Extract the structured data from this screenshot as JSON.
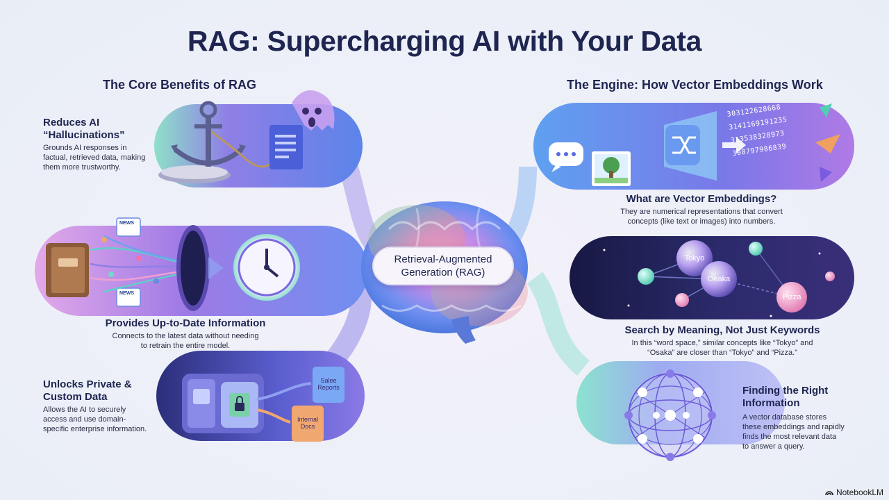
{
  "title": "RAG: Supercharging AI with Your Data",
  "center": {
    "label_line1": "Retrieval-Augmented",
    "label_line2": "Generation (RAG)"
  },
  "left_section": {
    "title": "The Core Benefits of RAG",
    "items": [
      {
        "title_line1": "Reduces AI",
        "title_line2": "“Hallucinations”",
        "desc_lines": [
          "Grounds AI responses in",
          "factual, retrieved data, making",
          "them more trustworthy."
        ],
        "icon": "anchor-icon"
      },
      {
        "title": "Provides Up-to-Date Information",
        "desc_lines": [
          "Connects to the latest data without needing",
          "to retrain the entire model."
        ],
        "icon": "clock-icon",
        "news_label": "NEWS"
      },
      {
        "title_line1": "Unlocks Private &",
        "title_line2": "Custom Data",
        "desc_lines": [
          "Allows the AI to securely",
          "access and use domain-",
          "specific enterprise information."
        ],
        "icon": "vault-icon",
        "doc1_line1": "Salee",
        "doc1_line2": "Reports",
        "doc2_line1": "Internal",
        "doc2_line2": "Docs"
      }
    ]
  },
  "right_section": {
    "title": "The Engine: How Vector Embeddings Work",
    "items": [
      {
        "title": "What are Vector Embeddings?",
        "desc_lines": [
          "They are numerical representations that convert",
          "concepts (like text or images) into numbers."
        ],
        "numbers": [
          "303122628668",
          "3141169191235",
          "313538328973",
          "308797986839"
        ],
        "icon": "shuffle-icon"
      },
      {
        "title": "Search by Meaning, Not Just Keywords",
        "desc_lines": [
          "In this “word space,” similar concepts like “Tokyo” and",
          "“Osaka” are closer than “Tokyo” and “Pizza.”"
        ],
        "bubbles": [
          "Tokyo",
          "Oeaka",
          "Pizza"
        ]
      },
      {
        "title_line1": "Finding the Right",
        "title_line2": "Information",
        "desc_lines": [
          "A vector database stores",
          "these embeddings and rapidly",
          "finds the most relevant data",
          "to answer a query."
        ],
        "icon": "network-sphere-icon"
      }
    ]
  },
  "brand": "NotebookLM",
  "colors": {
    "title": "#1e2550",
    "band_purple": "#8a6fe0",
    "band_blue": "#5f8fe8",
    "band_teal": "#6fd8c8",
    "dark_band": "#1e1e50"
  }
}
